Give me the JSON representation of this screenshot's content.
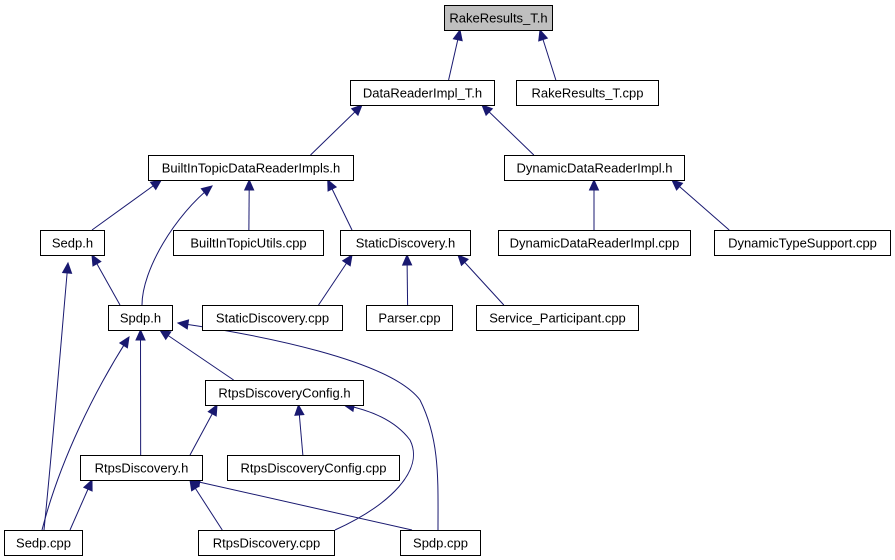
{
  "diagram": {
    "type": "include-dependency-graph",
    "colors": {
      "edge": "#191970",
      "root_fill": "#bfbfbf",
      "node_fill": "#ffffff",
      "border": "#000000"
    },
    "nodes": [
      {
        "id": "rake_results_t_h",
        "label": "RakeResults_T.h"
      },
      {
        "id": "data_reader_impl_t_h",
        "label": "DataReaderImpl_T.h"
      },
      {
        "id": "rake_results_t_cpp",
        "label": "RakeResults_T.cpp"
      },
      {
        "id": "builtin_topic_data_reader_impls_h",
        "label": "BuiltInTopicDataReaderImpls.h"
      },
      {
        "id": "dynamic_data_reader_impl_h",
        "label": "DynamicDataReaderImpl.h"
      },
      {
        "id": "sedp_h",
        "label": "Sedp.h"
      },
      {
        "id": "builtin_topic_utils_cpp",
        "label": "BuiltInTopicUtils.cpp"
      },
      {
        "id": "static_discovery_h",
        "label": "StaticDiscovery.h"
      },
      {
        "id": "dynamic_data_reader_impl_cpp",
        "label": "DynamicDataReaderImpl.cpp"
      },
      {
        "id": "dynamic_type_support_cpp",
        "label": "DynamicTypeSupport.cpp"
      },
      {
        "id": "spdp_h",
        "label": "Spdp.h"
      },
      {
        "id": "static_discovery_cpp",
        "label": "StaticDiscovery.cpp"
      },
      {
        "id": "parser_cpp",
        "label": "Parser.cpp"
      },
      {
        "id": "service_participant_cpp",
        "label": "Service_Participant.cpp"
      },
      {
        "id": "rtps_discovery_config_h",
        "label": "RtpsDiscoveryConfig.h"
      },
      {
        "id": "rtps_discovery_h",
        "label": "RtpsDiscovery.h"
      },
      {
        "id": "rtps_discovery_config_cpp",
        "label": "RtpsDiscoveryConfig.cpp"
      },
      {
        "id": "sedp_cpp",
        "label": "Sedp.cpp"
      },
      {
        "id": "rtps_discovery_cpp",
        "label": "RtpsDiscovery.cpp"
      },
      {
        "id": "spdp_cpp",
        "label": "Spdp.cpp"
      }
    ],
    "edges": [
      {
        "from": "data_reader_impl_t_h",
        "to": "rake_results_t_h"
      },
      {
        "from": "rake_results_t_cpp",
        "to": "rake_results_t_h"
      },
      {
        "from": "builtin_topic_data_reader_impls_h",
        "to": "data_reader_impl_t_h"
      },
      {
        "from": "dynamic_data_reader_impl_h",
        "to": "data_reader_impl_t_h"
      },
      {
        "from": "sedp_h",
        "to": "builtin_topic_data_reader_impls_h"
      },
      {
        "from": "spdp_h",
        "to": "builtin_topic_data_reader_impls_h"
      },
      {
        "from": "builtin_topic_utils_cpp",
        "to": "builtin_topic_data_reader_impls_h"
      },
      {
        "from": "static_discovery_h",
        "to": "builtin_topic_data_reader_impls_h"
      },
      {
        "from": "dynamic_data_reader_impl_cpp",
        "to": "dynamic_data_reader_impl_h"
      },
      {
        "from": "dynamic_type_support_cpp",
        "to": "dynamic_data_reader_impl_h"
      },
      {
        "from": "spdp_h",
        "to": "sedp_h"
      },
      {
        "from": "sedp_cpp",
        "to": "sedp_h"
      },
      {
        "from": "static_discovery_cpp",
        "to": "static_discovery_h"
      },
      {
        "from": "parser_cpp",
        "to": "static_discovery_h"
      },
      {
        "from": "service_participant_cpp",
        "to": "static_discovery_h"
      },
      {
        "from": "rtps_discovery_config_h",
        "to": "spdp_h"
      },
      {
        "from": "rtps_discovery_h",
        "to": "spdp_h"
      },
      {
        "from": "sedp_cpp",
        "to": "spdp_h"
      },
      {
        "from": "spdp_cpp",
        "to": "spdp_h"
      },
      {
        "from": "rtps_discovery_h",
        "to": "rtps_discovery_config_h"
      },
      {
        "from": "rtps_discovery_config_cpp",
        "to": "rtps_discovery_config_h"
      },
      {
        "from": "rtps_discovery_cpp",
        "to": "rtps_discovery_config_h"
      },
      {
        "from": "sedp_cpp",
        "to": "rtps_discovery_h"
      },
      {
        "from": "rtps_discovery_cpp",
        "to": "rtps_discovery_h"
      },
      {
        "from": "spdp_cpp",
        "to": "rtps_discovery_h"
      }
    ]
  }
}
